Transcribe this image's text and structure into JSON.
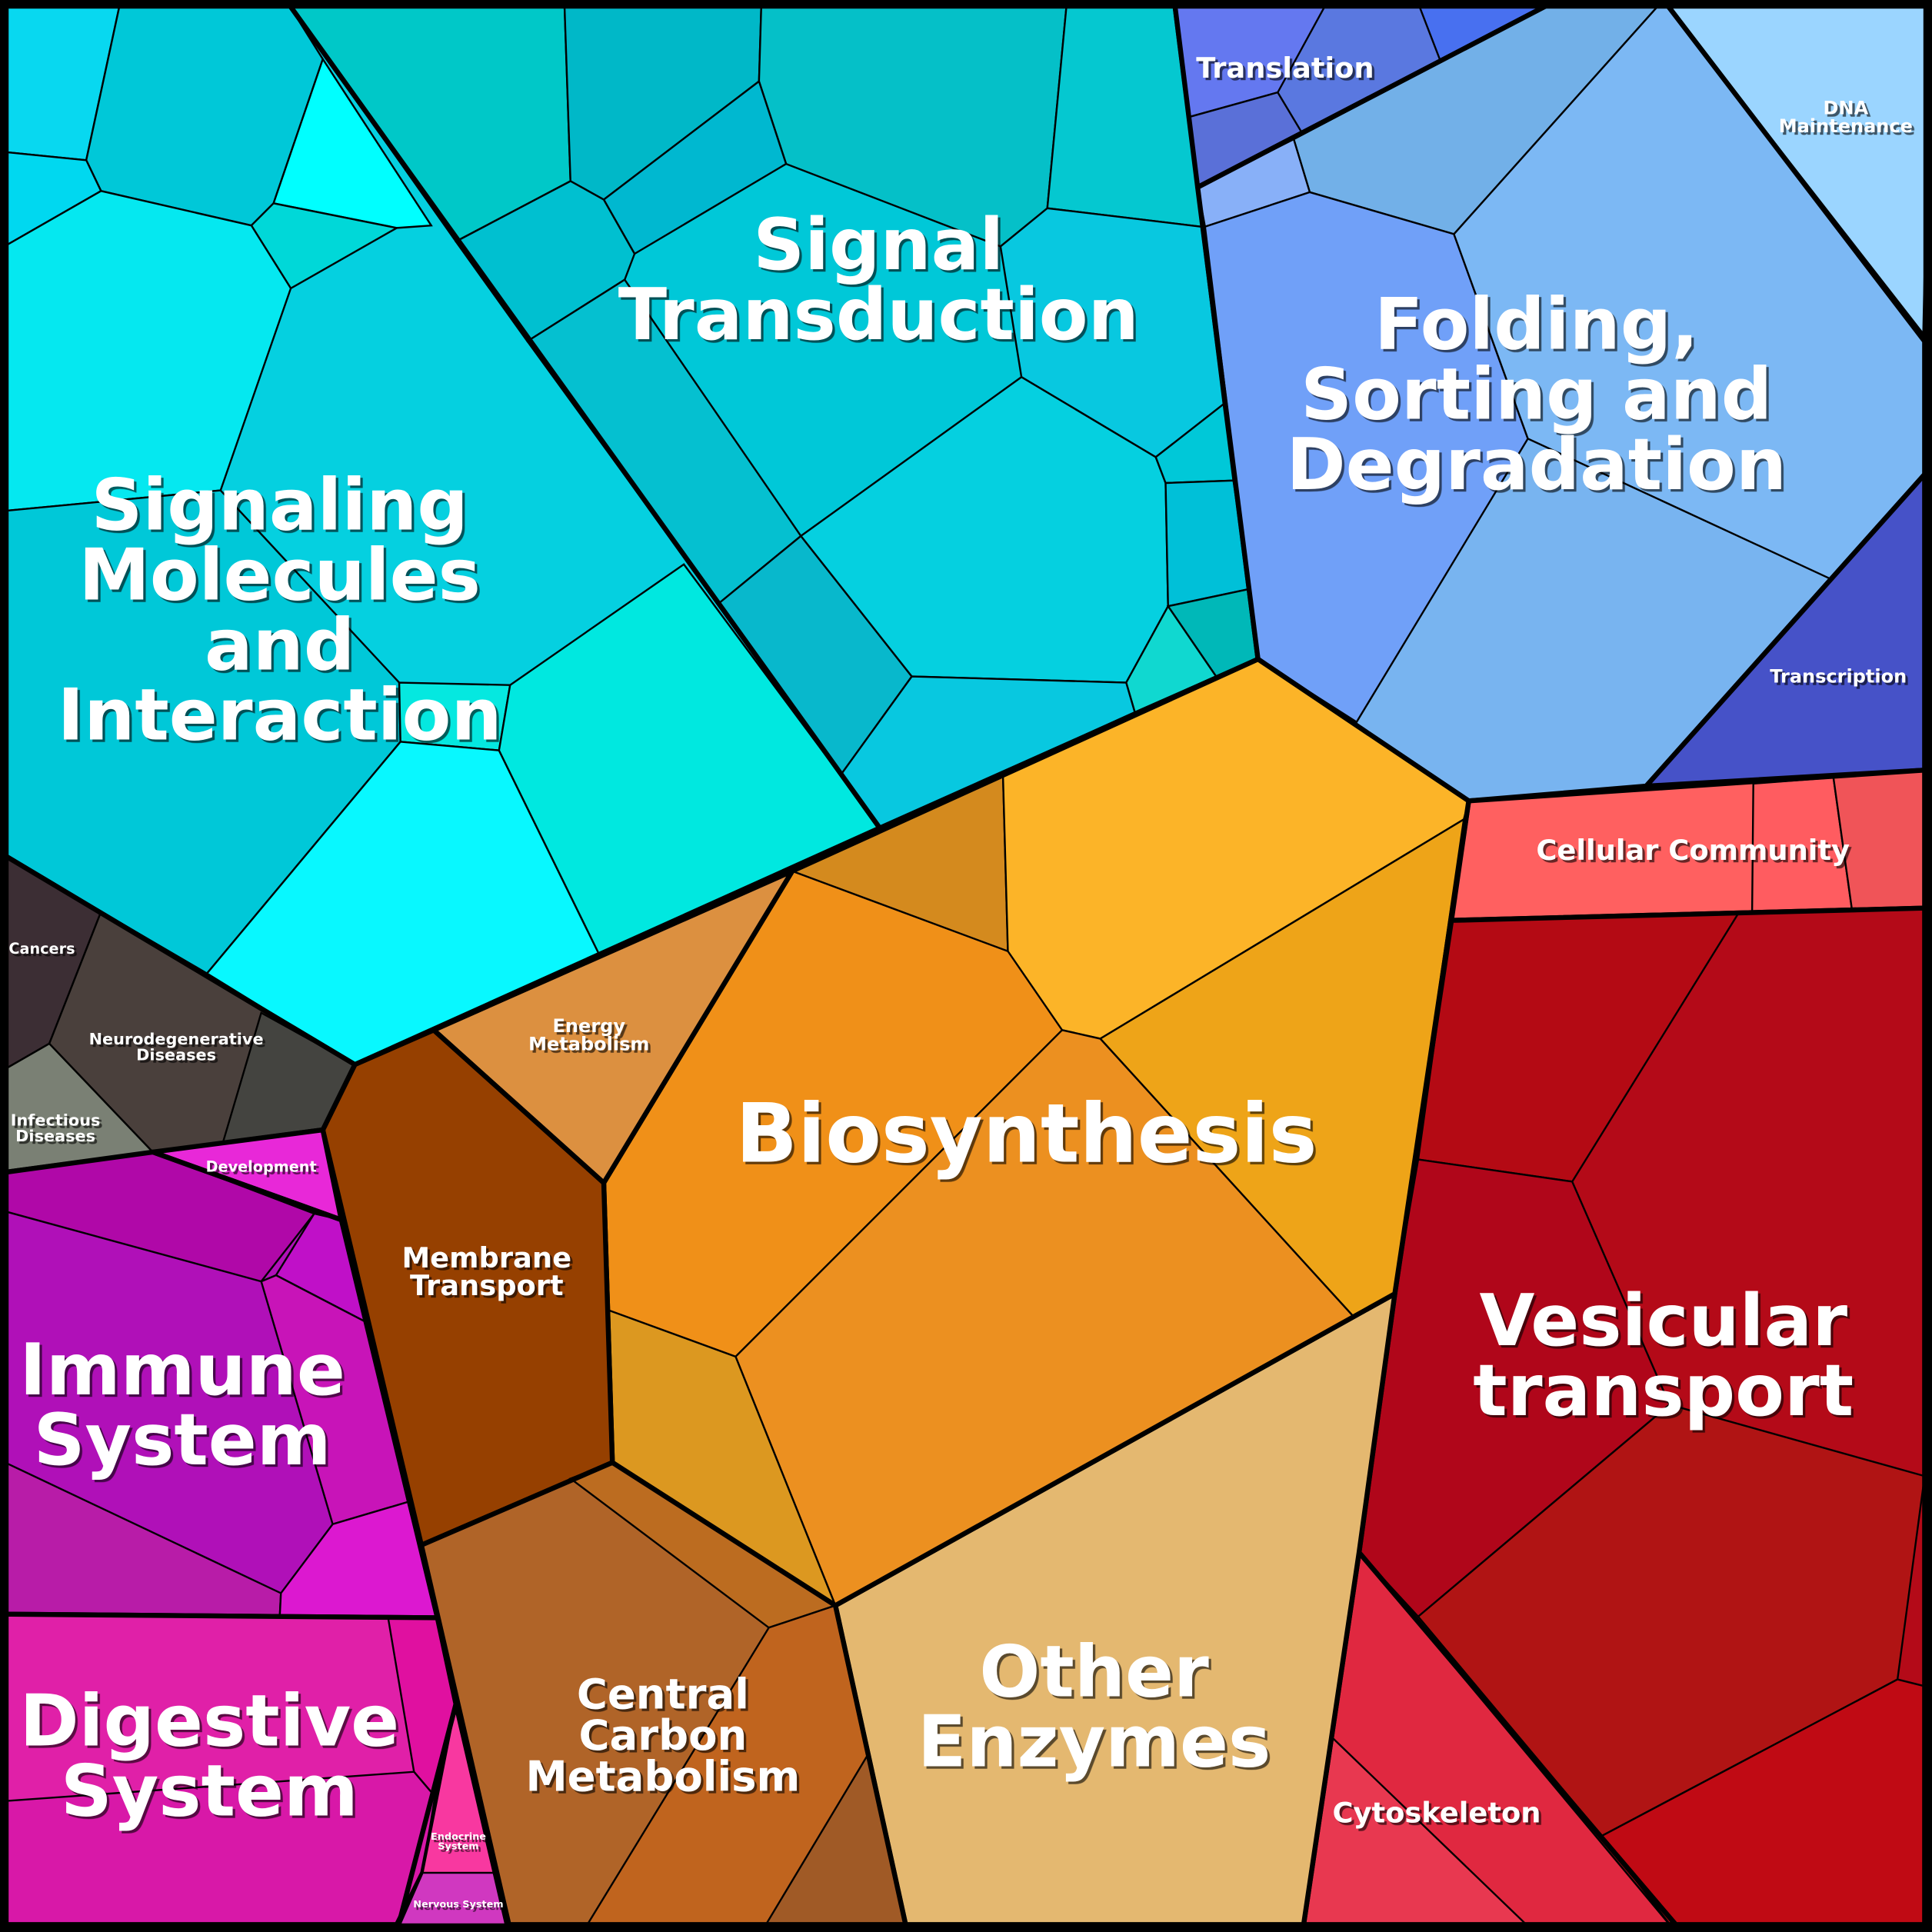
{
  "chart_data": {
    "type": "treemap",
    "subtype": "voronoi",
    "groups": [
      {
        "label": "Signaling Molecules and Interaction",
        "color": "#05d0e0"
      },
      {
        "label": "Signal Transduction",
        "color": "#00c8d0"
      },
      {
        "label": "Translation",
        "color": "#5a78e0"
      },
      {
        "label": "DNA Maintenance",
        "color": "#9bd5ff"
      },
      {
        "label": "Folding, Sorting and Degradation",
        "color": "#78b4f0"
      },
      {
        "label": "Transcription",
        "color": "#4652c8"
      },
      {
        "label": "Cellular Community",
        "color": "#ff6060"
      },
      {
        "label": "Vesicular transport",
        "color": "#b40a18"
      },
      {
        "label": "Cytoskeleton",
        "color": "#e03048"
      },
      {
        "label": "Other Enzymes",
        "color": "#e4b870"
      },
      {
        "label": "Biosynthesis",
        "color": "#f09018"
      },
      {
        "label": "Energy Metabolism",
        "color": "#dc9040"
      },
      {
        "label": "Membrane Transport",
        "color": "#964000"
      },
      {
        "label": "Central Carbon Metabolism",
        "color": "#b06428"
      },
      {
        "label": "Cancers",
        "color": "#3c2e34"
      },
      {
        "label": "Neurodegenerative Diseases",
        "color": "#4a403c"
      },
      {
        "label": "Infectious Diseases",
        "color": "#7a8074"
      },
      {
        "label": "Development",
        "color": "#e828d8"
      },
      {
        "label": "Immune System",
        "color": "#b010b8"
      },
      {
        "label": "Digestive System",
        "color": "#e020a8"
      },
      {
        "label": "Endocrine System",
        "color": "#f838a0"
      },
      {
        "label": "Nervous System",
        "color": "#d038c0"
      }
    ]
  }
}
